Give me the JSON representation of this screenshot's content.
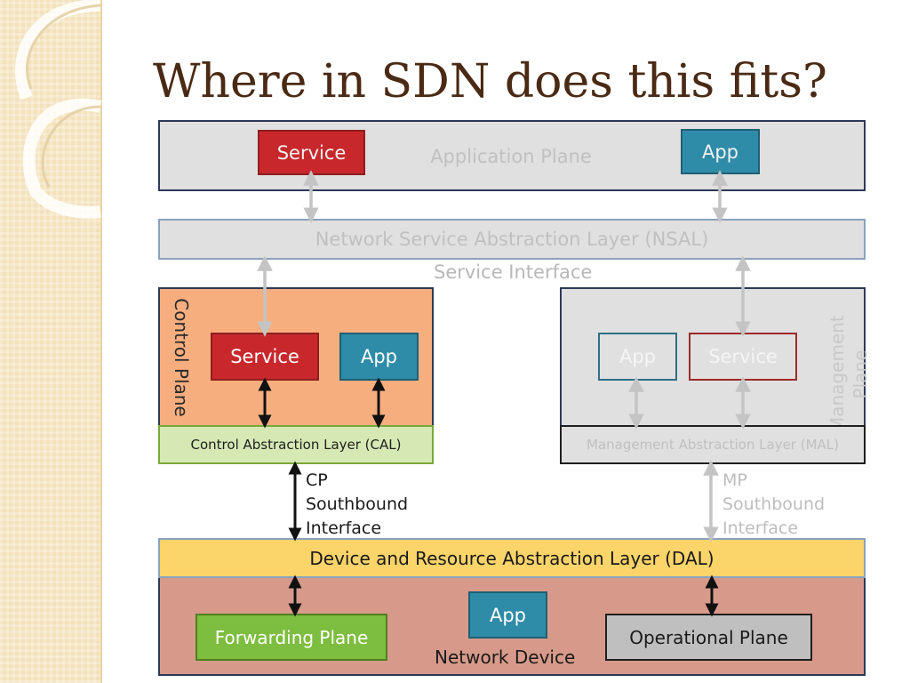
{
  "slide": {
    "title": "Where in SDN does this fits?"
  },
  "diagram": {
    "application_plane": {
      "label": "Application Plane",
      "service_label": "Service",
      "app_label": "App"
    },
    "nsal": {
      "label": "Network Service Abstraction Layer (NSAL)",
      "interface_label": "Service Interface"
    },
    "control_plane": {
      "label": "Control Plane",
      "service_label": "Service",
      "app_label": "App",
      "cal_label": "Control Abstraction Layer (CAL)"
    },
    "management_plane": {
      "label_line1": "Management",
      "label_line2": "Plane",
      "app_label": "App",
      "service_label": "Service",
      "mal_label": "Management Abstraction Layer (MAL)"
    },
    "cp_southbound": {
      "line1": "CP",
      "line2": "Southbound",
      "line3": "Interface"
    },
    "mp_southbound": {
      "line1": "MP",
      "line2": "Southbound",
      "line3": "Interface"
    },
    "dal": {
      "label": "Device and Resource Abstraction Layer (DAL)"
    },
    "network_device": {
      "label": "Network Device",
      "forwarding_label": "Forwarding Plane",
      "app_label": "App",
      "operational_label": "Operational Plane"
    }
  },
  "colors": {
    "title": "#4a2a14",
    "control_plane_fill": "#f6ae7f",
    "service_red": "#c8282c",
    "app_teal": "#2f8ca8",
    "cal_green_fill": "#d6e8b4",
    "dal_yellow": "#fbd46a",
    "network_device_fill": "#d79a8a",
    "forwarding_green": "#7dbd3f",
    "operational_gray": "#bfbfbf",
    "faded_gray": "#e0e0e0"
  }
}
